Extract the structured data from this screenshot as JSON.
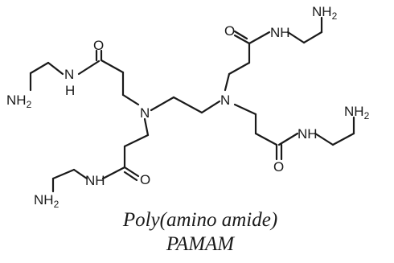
{
  "caption": {
    "line1": "Poly(amino amide)",
    "line2": "PAMAM"
  },
  "atoms": {
    "N": "N",
    "O": "O",
    "H": "H",
    "NH": "NH",
    "NH2_base": "NH",
    "NH2_sub": "2"
  }
}
